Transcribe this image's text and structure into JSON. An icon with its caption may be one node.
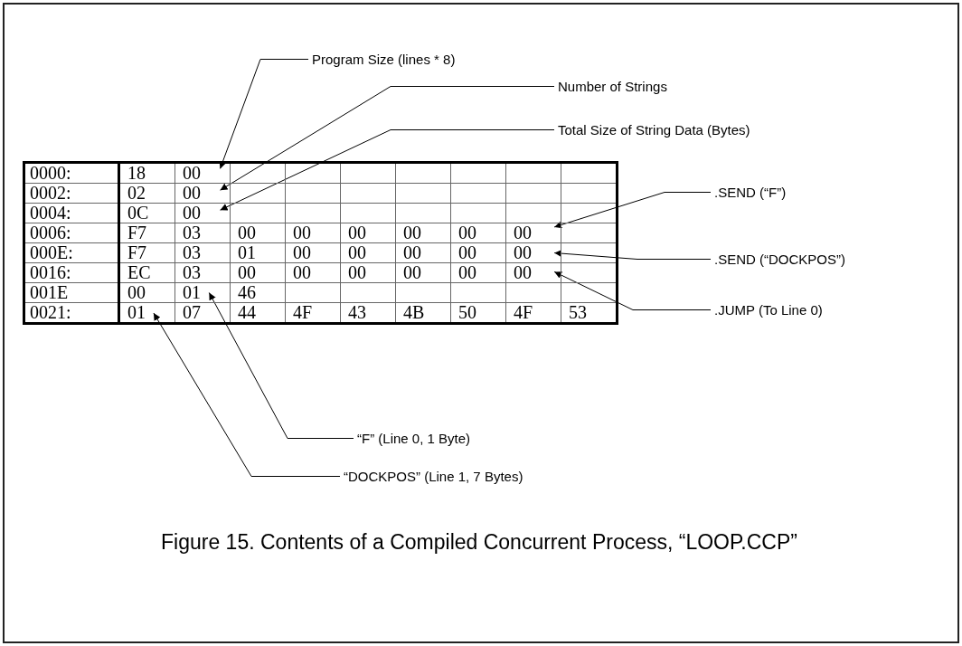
{
  "diagram": {
    "caption": "Figure 15.  Contents of a Compiled Concurrent Process, “LOOP.CCP”",
    "nodes": [
      {
        "text": [
          "Program Size (lines * 8)"
        ]
      },
      {
        "text": [
          "Number of Strings"
        ]
      },
      {
        "text": [
          "Total Size of String Data (Bytes)"
        ]
      },
      {
        "text": [
          ".SEND (“F”)"
        ]
      },
      {
        "text": [
          ".SEND (“DOCKPOS”)"
        ]
      },
      {
        "text": [
          ".JUMP (To Line 0)"
        ]
      },
      {
        "text": [
          "“F” (Line 0, 1 Byte)"
        ]
      },
      {
        "text": [
          "“DOCKPOS” (Line 1, 7 Bytes)"
        ]
      },
      {
        "text": [
          "00"
        ]
      },
      {
        "text": [
          "00"
        ]
      },
      {
        "text": [
          "00"
        ]
      },
      {
        "text": [
          "00"
        ]
      },
      {
        "text": [
          "00"
        ]
      },
      {
        "text": [
          "00"
        ]
      },
      {
        "text": [
          "01"
        ]
      },
      {
        "text": [
          "01"
        ]
      }
    ],
    "edges": [
      {
        "from": 0,
        "to": 8,
        "arrow": "to"
      },
      {
        "from": 1,
        "to": 9,
        "arrow": "to"
      },
      {
        "from": 2,
        "to": 10,
        "arrow": "to"
      },
      {
        "from": 3,
        "to": 11,
        "arrow": "to"
      },
      {
        "from": 4,
        "to": 12,
        "arrow": "to"
      },
      {
        "from": 5,
        "to": 13,
        "arrow": "to"
      },
      {
        "from": 6,
        "to": 14,
        "arrow": "to"
      },
      {
        "from": 7,
        "to": 15,
        "arrow": "to"
      }
    ],
    "labels": [
      "0000:",
      "18",
      "0002:",
      "02",
      "0004:",
      "0C",
      "0006:",
      "F7",
      "03",
      "00",
      "00",
      "00",
      "00",
      "00",
      "000E:",
      "F7",
      "03",
      "01",
      "00",
      "00",
      "00",
      "00",
      "0016:",
      "EC",
      "03",
      "00",
      "00",
      "00",
      "00",
      "00",
      "001E",
      "00",
      "46",
      "0021:",
      "07",
      "44",
      "4F",
      "43",
      "4B",
      "50",
      "4F",
      "53"
    ]
  }
}
